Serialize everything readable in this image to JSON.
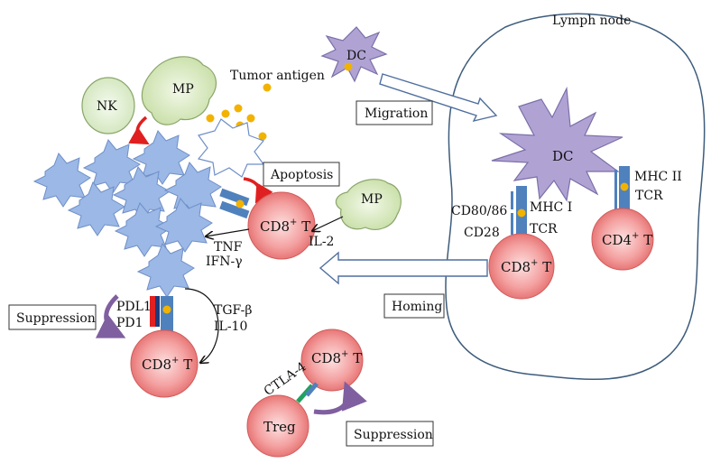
{
  "labels": {
    "lymph_node": "Lymph node",
    "dc_migrating": "DC",
    "dc_node": "DC",
    "tumor_antigen": "Tumor antigen",
    "nk": "NK",
    "mp_top": "MP",
    "mp_right": "MP",
    "migration": "Migration",
    "apoptosis": "Apoptosis",
    "homing": "Homing",
    "suppression_left": "Suppression",
    "suppression_bottom": "Suppression",
    "mhc_ii": "MHC II",
    "mhc_i": "MHC I",
    "tcr_cd4": "TCR",
    "tcr_cd8": "TCR",
    "cd80_86": "CD80/86",
    "cd28": "CD28",
    "il2": "IL-2",
    "tnf": "TNF",
    "ifn": "IFN-γ",
    "tgf": "TGF-β",
    "il10": "IL-10",
    "pdl1": "PDL1",
    "pd1": "PD1",
    "ctla4": "CTLA-4",
    "treg": "Treg",
    "cd8_t": "CD8",
    "cd4_t": "CD4",
    "sup_plus": "+",
    "t_suffix": " T"
  },
  "colors": {
    "tumor_cell": "#9bb8e6",
    "tumor_stroke": "#6f8fc7",
    "dc_fill": "#b0a3d4",
    "dc_stroke": "#7b6fa8",
    "mp_fill": "#d4e6b5",
    "mp_stroke": "#8aa56a",
    "tcell_fill": "#f08a8a",
    "tcell_stroke": "#d15b5b",
    "receptor": "#4f81bd",
    "antigen": "#f2b200",
    "pdl1_red": "#e22020",
    "ctla4_green": "#22a060",
    "arrow_purple": "#7f5fa0",
    "red_arrow": "#e02020",
    "node_stroke": "#3d5c7c"
  }
}
